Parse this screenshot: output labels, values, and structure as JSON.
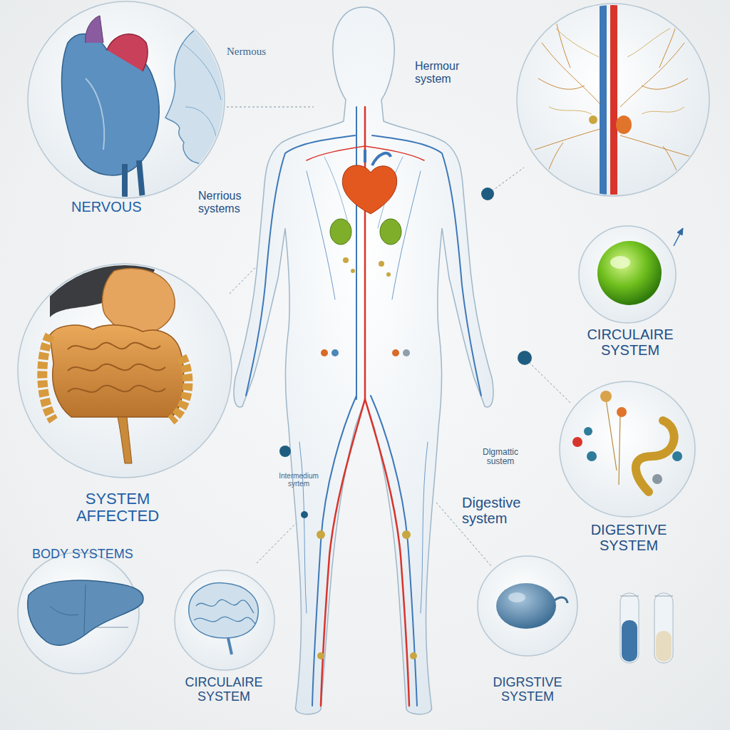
{
  "diagram": {
    "labels": [
      "Nermous",
      "Hermour system",
      "NERVOUS",
      "Nerrious systems",
      "CIRCULAIRE SYSTEM",
      "SYSTEM AFFECTED",
      "BODY SYSTEMS",
      "Intermedium syrtem",
      "Dlgmattic sustem",
      "Digestive system",
      "DIGESTIVE SYSTEM",
      "CIRCULAIRE SYSTEM",
      "DIGRSTIVE SYSTEM"
    ]
  }
}
